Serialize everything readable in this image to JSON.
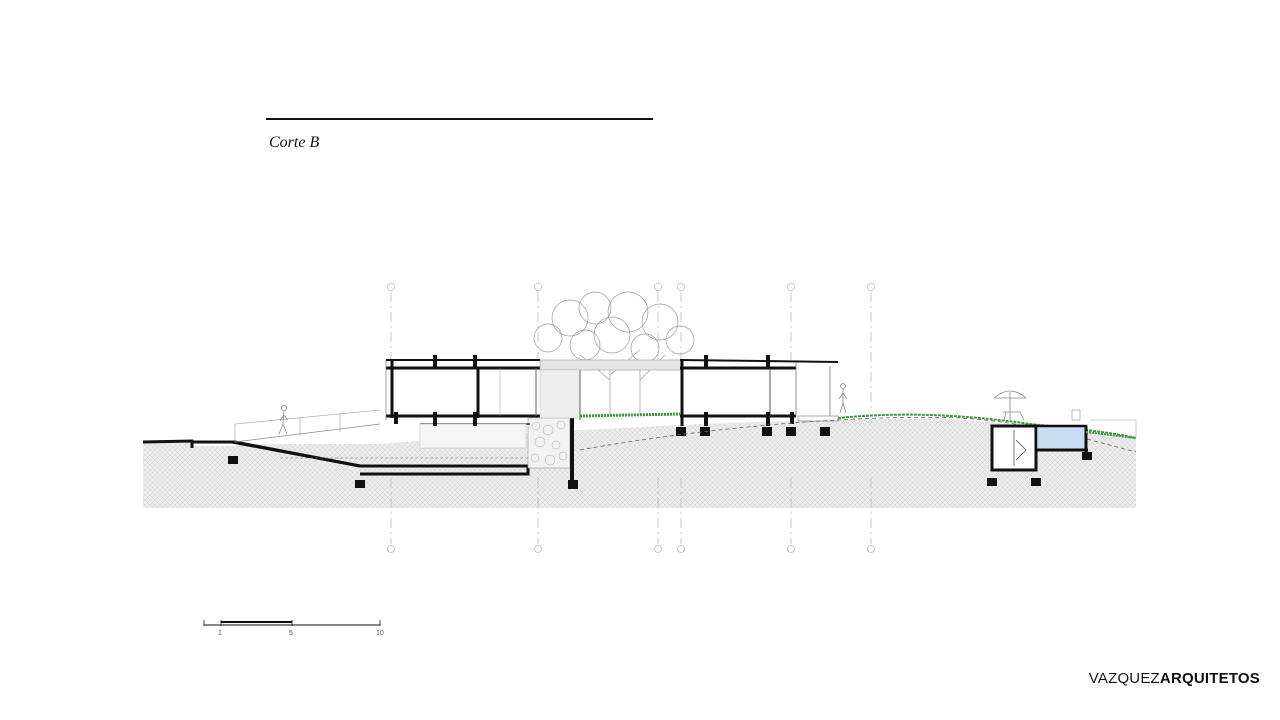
{
  "section_title": "Corte B",
  "scale_bar": {
    "labels": [
      "1",
      "5",
      "10"
    ]
  },
  "brand": {
    "light": "VAZQUEZ",
    "bold": "ARQUITETOS"
  },
  "colors": {
    "ink": "#111111",
    "ground_fill": "#e9e9e9",
    "grass": "#3a9a3a",
    "water": "#c9ddf2",
    "grid": "#b8b8b8"
  },
  "icons": [
    "tree-icon",
    "person-icon",
    "umbrella-icon"
  ]
}
